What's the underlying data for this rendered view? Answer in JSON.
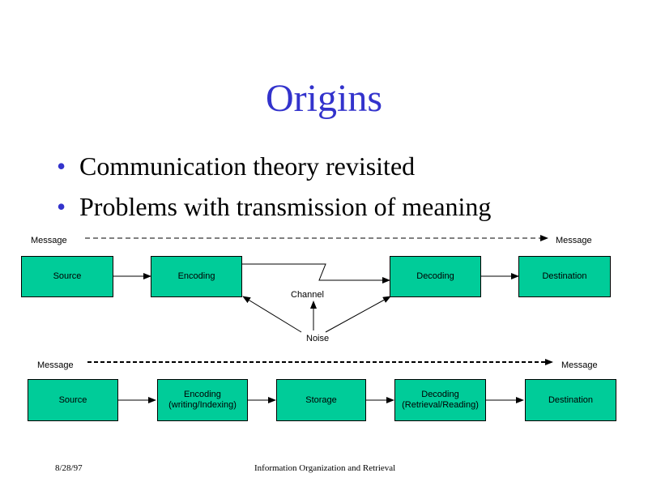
{
  "title": "Origins",
  "bullets": [
    "Communication theory revisited",
    "Problems with transmission of meaning"
  ],
  "diagram1": {
    "message_left": "Message",
    "message_right": "Message",
    "boxes": [
      "Source",
      "Encoding",
      "Decoding",
      "Destination"
    ],
    "channel": "Channel",
    "noise": "Noise"
  },
  "diagram2": {
    "message_left": "Message",
    "message_right": "Message",
    "boxes": [
      "Source",
      "Encoding\n(writing/Indexing)",
      "Storage",
      "Decoding\n(Retrieval/Reading)",
      "Destination"
    ]
  },
  "footer": {
    "date": "8/28/97",
    "course": "Information Organization and Retrieval"
  },
  "colors": {
    "title": "#3333cc",
    "box_fill": "#00cc99"
  }
}
